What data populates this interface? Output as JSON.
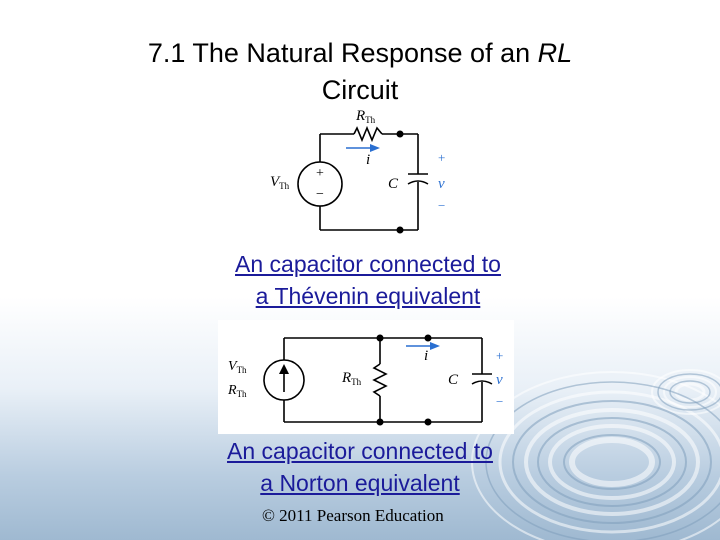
{
  "slide": {
    "title_line1_prefix": "7.1 The Natural Response of an ",
    "title_line1_emph": "RL",
    "title_line2": "Circuit",
    "caption1_line1": "An capacitor connected to",
    "caption1_line2": "a Thévenin equivalent",
    "caption2_line1": "An capacitor connected to",
    "caption2_line2": "a Norton equivalent",
    "footer": "© 2011 Pearson Education"
  },
  "circuit1": {
    "resistor_label": "R",
    "resistor_sub": "Th",
    "current_label": "i",
    "source_label": "V",
    "source_sub": "Th",
    "cap_label": "C",
    "plus": "+",
    "minus": "−",
    "volt_label": "v"
  },
  "circuit2": {
    "source_label_v": "V",
    "source_label_v_sub": "Th",
    "source_label_r": "R",
    "source_label_r_sub": "Th",
    "resistor_label": "R",
    "resistor_sub": "Th",
    "current_label": "i",
    "cap_label": "C",
    "plus": "+",
    "minus": "−",
    "volt_label": "v"
  },
  "colors": {
    "caption": "#1b1b9a",
    "current_arrow": "#2a6fd1",
    "water_ripple": "#8aa9c4"
  }
}
